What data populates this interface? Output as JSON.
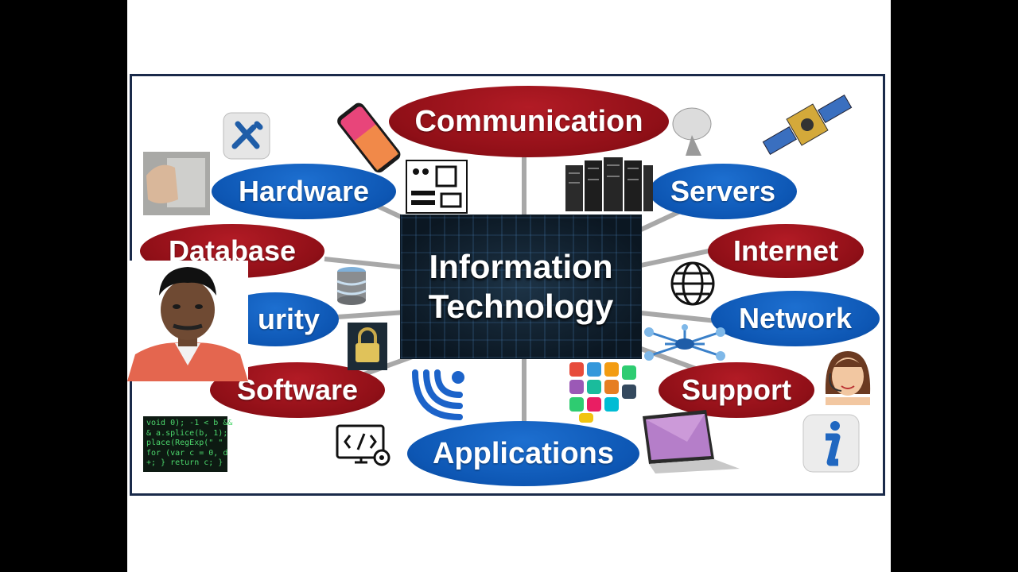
{
  "center": {
    "line1": "Information",
    "line2": "Technology"
  },
  "nodes": {
    "communication": "Communication",
    "hardware": "Hardware",
    "servers": "Servers",
    "database": "Database",
    "internet": "Internet",
    "security": "urity",
    "network": "Network",
    "software": "Software",
    "support": "Support",
    "applications": "Applications"
  },
  "code": {
    "line1": "void 0); -1 < b &&",
    "line2": "& a.splice(b, 1);",
    "line3": "place(RegExp(\" \" ",
    "line4": "for (var c = 0, d",
    "line5": "+; } return c; }"
  },
  "colors": {
    "red": "#8f0f17",
    "blue": "#0d56b3",
    "frame": "#1a2a4a",
    "spoke": "#a8a8a8"
  },
  "icons": [
    "tools-icon",
    "hand-icon",
    "smartphone-icon",
    "circuit-board-icon",
    "server-rack-icon",
    "satellite-dish-icon",
    "satellite-icon",
    "database-icon",
    "globe-icon",
    "padlock-icon",
    "network-hub-icon",
    "agent-avatar-icon",
    "wifi-icon",
    "app-grid-icon",
    "laptop-icon",
    "code-monitor-icon",
    "info-icon",
    "code-photo"
  ]
}
